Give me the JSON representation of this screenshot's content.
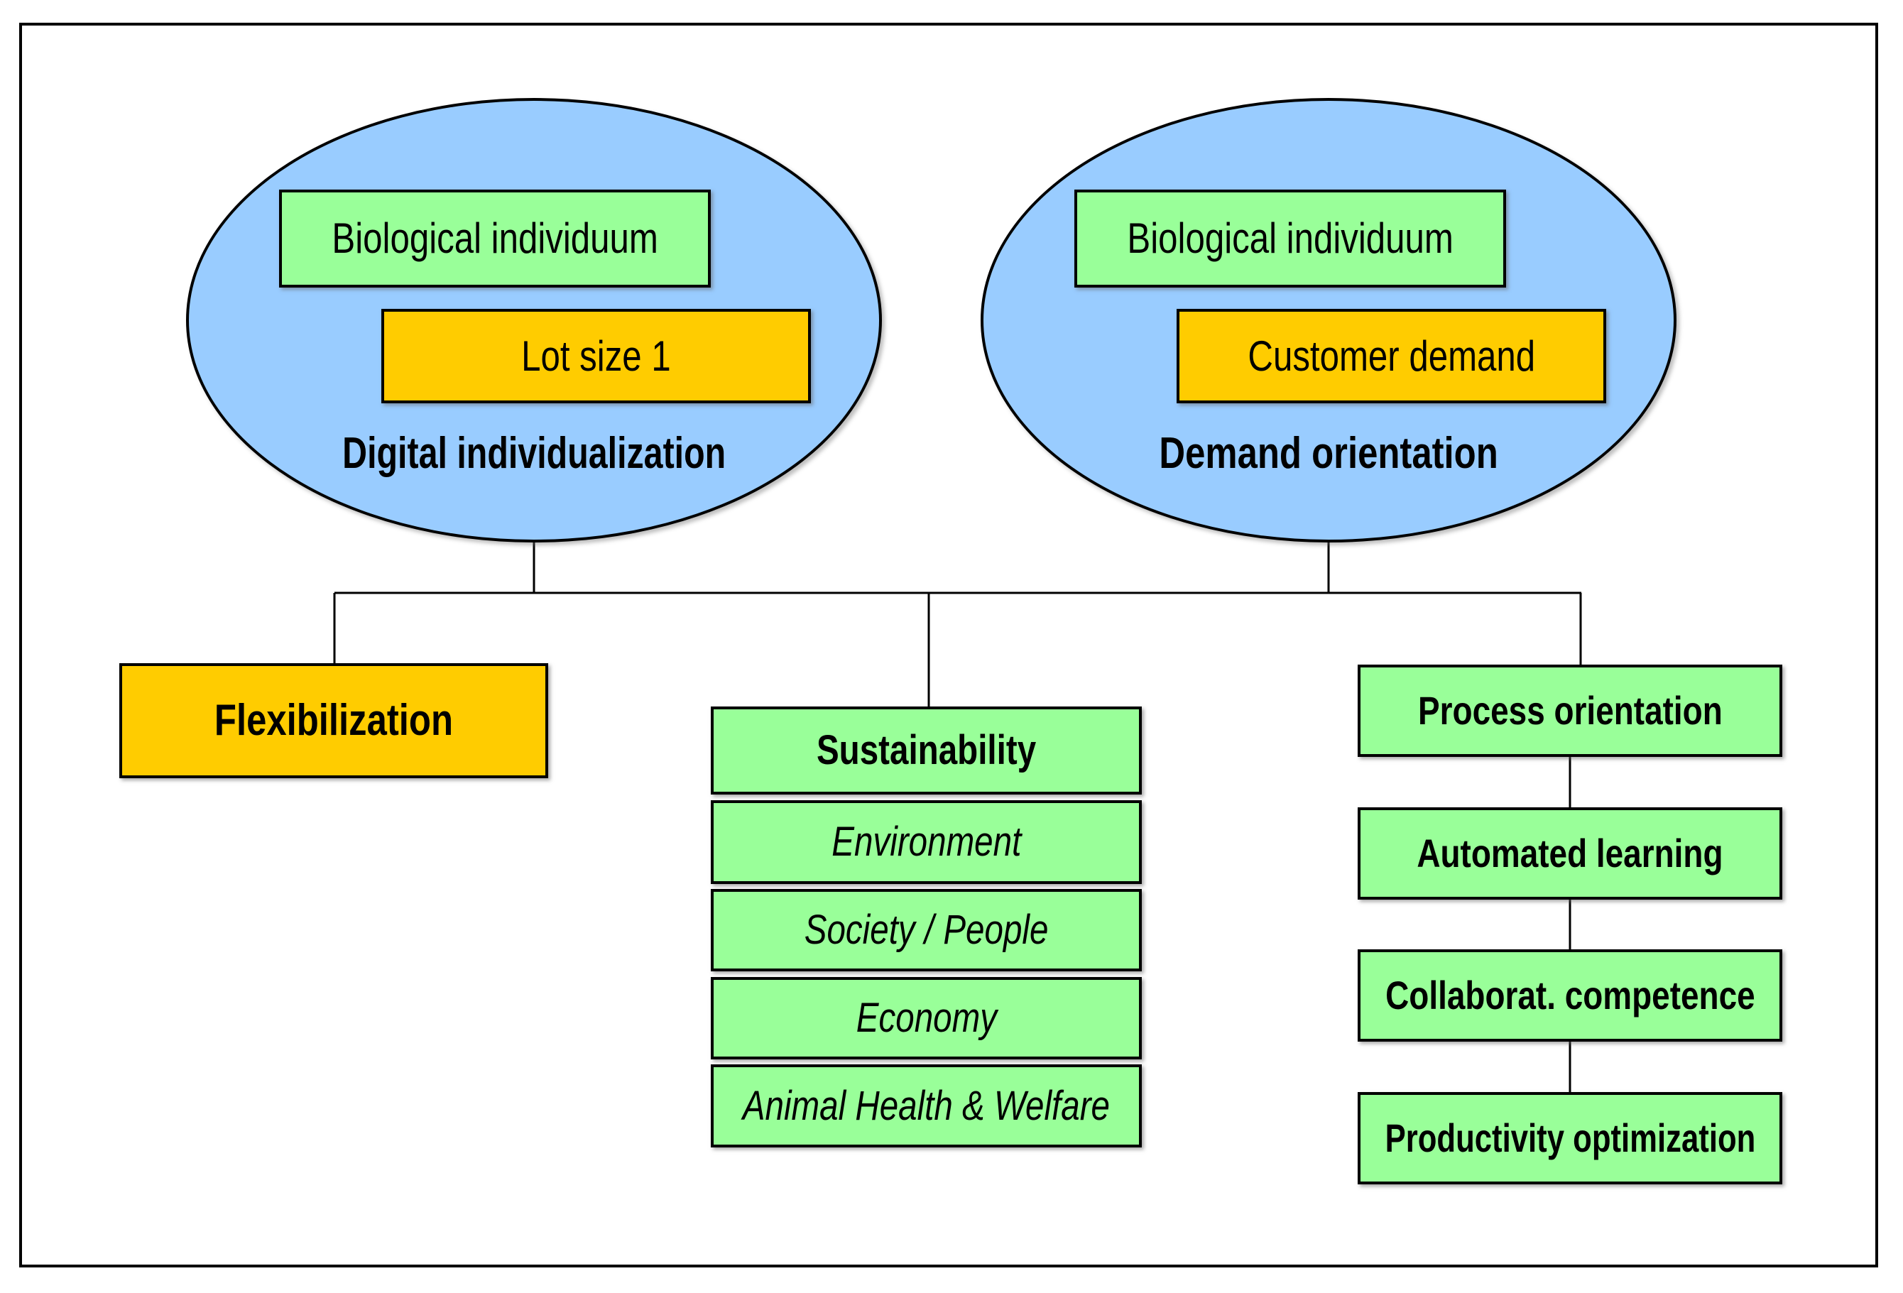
{
  "diagram": {
    "ellipses": {
      "left": {
        "caption": "Digital individualization",
        "green_box": "Biological individuum",
        "orange_box": "Lot size 1"
      },
      "right": {
        "caption": "Demand orientation",
        "green_box": "Biological individuum",
        "orange_box": "Customer demand"
      }
    },
    "branches": {
      "left_node": "Flexibilization",
      "middle_stack": [
        "Sustainability",
        "Environment",
        "Society / People",
        "Economy",
        "Animal Health & Welfare"
      ],
      "right_stack": [
        "Process orientation",
        "Automated learning",
        "Collaborat. competence",
        "Productivity optimization"
      ]
    },
    "colors": {
      "ellipse_fill": "#99CCFF",
      "green_fill": "#99FF99",
      "orange_fill": "#FFCC00",
      "line": "#000000",
      "background": "#FFFFFF"
    }
  }
}
